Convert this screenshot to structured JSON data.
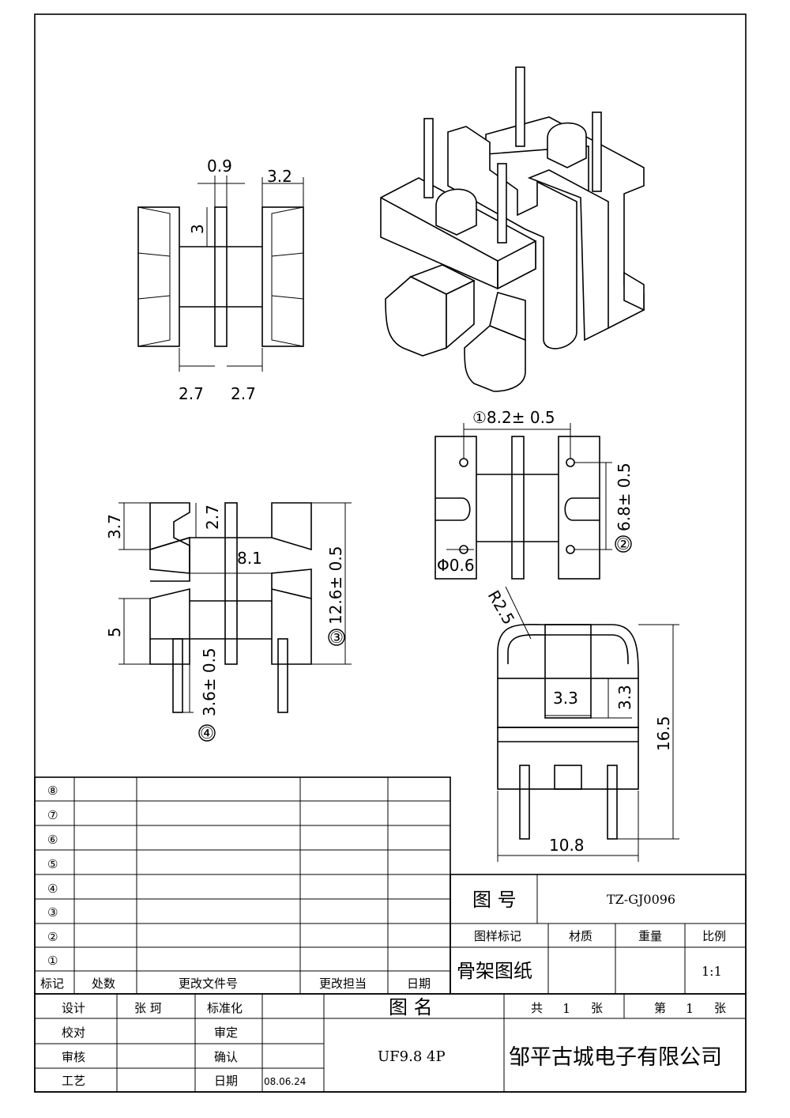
{
  "dimensions": {
    "top_view": {
      "gap": "0.9",
      "flange": "3.2",
      "height": "3",
      "left": "2.7",
      "right": "2.7"
    },
    "pin_view": {
      "pitch": "①8.2± 0.5",
      "row": "6.8± 0.5",
      "row_marker": "②",
      "hole": "Φ0.6"
    },
    "front_view": {
      "top": "3.7",
      "slot": "2.7",
      "width": "8.1",
      "total": "12.6± 0.5",
      "total_marker": "③",
      "lower": "5",
      "pin": "3.6± 0.5",
      "pin_marker": "④"
    },
    "side_view": {
      "radius": "R2.5",
      "w": "3.3",
      "h": "3.3",
      "height": "16.5",
      "width": "10.8"
    }
  },
  "revision_table": {
    "rows": [
      "⑧",
      "⑦",
      "⑥",
      "⑤",
      "④",
      "③",
      "②",
      "①"
    ],
    "headers": [
      "标记",
      "处数",
      "更改文件号",
      "更改担当",
      "日期"
    ]
  },
  "title_block": {
    "drawing_no_label": "图 号",
    "drawing_no": "TZ-GJ0096",
    "mark_label": "图样标记",
    "material_label": "材质",
    "weight_label": "重量",
    "scale_label": "比例",
    "drawing_type": "骨架图纸",
    "scale": "1:1",
    "design_label": "设计",
    "designer": "张 珂",
    "standard_label": "标准化",
    "name_label": "图 名",
    "total_label": "共",
    "total_sheets": "1",
    "sheet_unit": "张",
    "sheet_label": "第",
    "sheet_no": "1",
    "sheet_unit2": "张",
    "check_label": "校对",
    "approve_label": "审定",
    "review_label": "审核",
    "confirm_label": "确认",
    "process_label": "工艺",
    "date_label": "日期",
    "date": "08.06.24",
    "part_name": "UF9.8 4P",
    "company": "邹平古城电子有限公司"
  }
}
